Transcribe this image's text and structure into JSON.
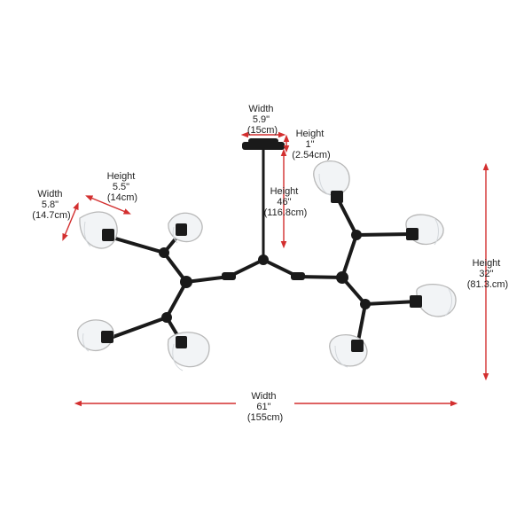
{
  "colors": {
    "background": "#ffffff",
    "fixture": "#1a1a1a",
    "glass_stroke": "#b8b8b8",
    "glass_fill": "#f2f4f6",
    "dimension_line": "#d32f2f",
    "text": "#222222"
  },
  "dimensions": {
    "canopy_width": {
      "label": "Width",
      "imperial": "5.9\"",
      "metric": "(15cm)"
    },
    "canopy_height": {
      "label": "Height",
      "imperial": "1\"",
      "metric": "(2.54cm)"
    },
    "rod_height": {
      "label": "Height",
      "imperial": "46\"",
      "metric": "(116.8cm)"
    },
    "shade_height": {
      "label": "Height",
      "imperial": "5.5\"",
      "metric": "(14cm)"
    },
    "shade_width": {
      "label": "Width",
      "imperial": "5.8\"",
      "metric": "(14.7cm)"
    },
    "overall_height": {
      "label": "Height",
      "imperial": "32\"",
      "metric": "(81.3.cm)"
    },
    "overall_width": {
      "label": "Width",
      "imperial": "61\"",
      "metric": "(155cm)"
    }
  },
  "icons": [
    "glass-globe-icon",
    "socket-icon",
    "canopy-icon"
  ]
}
